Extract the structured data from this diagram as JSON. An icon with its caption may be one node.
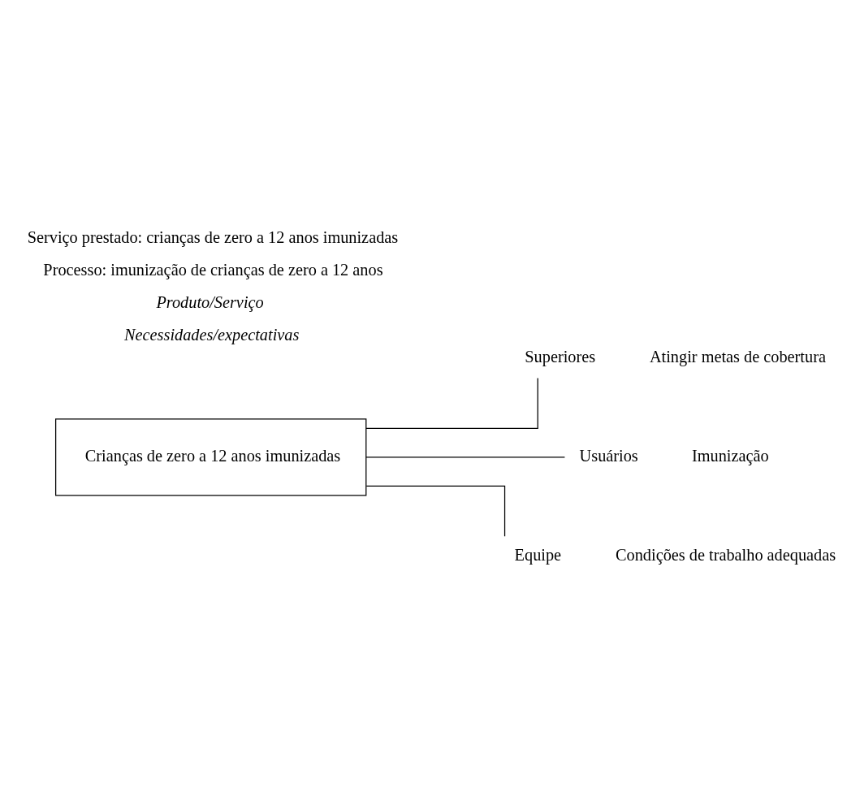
{
  "diagram": {
    "nodes": [
      {
        "text": [
          "Crianças de zero a 12 anos imunizadas"
        ]
      },
      {
        "text": [
          "Superiores"
        ],
        "beside": [
          "Atingir metas de cobertura"
        ]
      },
      {
        "text": [
          "Usuários"
        ],
        "beside": [
          "Imunização"
        ]
      },
      {
        "text": [
          "Equipe"
        ],
        "beside": [
          "Condições de trabalho adequadas"
        ]
      }
    ],
    "edges": [
      {
        "from": 0,
        "to": 1,
        "arrow": "none"
      },
      {
        "from": 0,
        "to": 2,
        "arrow": "none"
      },
      {
        "from": 0,
        "to": 3,
        "arrow": "none"
      }
    ],
    "labels": [
      "Serviço prestado: crianças de zero a 12 anos imunizadas",
      "Processo: imunização de crianças de zero a 12 anos",
      "Produto/Serviço",
      "Necessidades/expectativas"
    ]
  }
}
